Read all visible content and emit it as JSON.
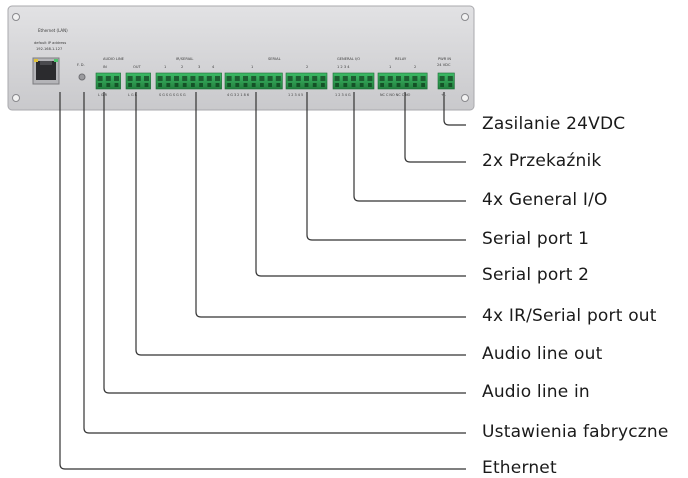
{
  "device": {
    "ethernet_label": "Ethernet (LAN)",
    "ip_caption": "default IP address",
    "ip_address": "192.168.1.127",
    "reset_label": "F. D.",
    "audio_group_label": "AUDIO LINE",
    "audio_in_label": "IN",
    "audio_out_label": "OUT",
    "audio_in_pins": "L G R",
    "audio_out_pins": "L G R",
    "ir_group_label": "IR/SERIAL",
    "ir_numbers": [
      "1",
      "2",
      "3",
      "4"
    ],
    "ir_pins": "S G S G S G S G",
    "serial_group_label": "SERIAL",
    "serial_numbers": [
      "1",
      "2"
    ],
    "serial1_pins": "4 G 3 2 1 8 6",
    "serial2_pins": "1 2 3 4 5",
    "gio_group_label": "GENERAL I/O",
    "gio_numbers": "1 2 3 4",
    "gio_pins": "1 2 3 4 G",
    "relay_group_label": "RELAY",
    "relay_numbers": [
      "1",
      "2"
    ],
    "relay_pins": "NC C NO NC C NO",
    "power_group_label": "PWR IN",
    "power_voltage_label": "24 VDC",
    "power_pins": "+ -"
  },
  "callouts": [
    {
      "id": "power",
      "label": "Zasilanie 24VDC"
    },
    {
      "id": "relay",
      "label": "2x Przekaźnik"
    },
    {
      "id": "gio",
      "label": "4x General I/O"
    },
    {
      "id": "serial1",
      "label": "Serial port 1"
    },
    {
      "id": "serial2",
      "label": "Serial port 2"
    },
    {
      "id": "ir",
      "label": "4x IR/Serial port out"
    },
    {
      "id": "audio-out",
      "label": "Audio line out"
    },
    {
      "id": "audio-in",
      "label": "Audio line in"
    },
    {
      "id": "factory",
      "label": "Ustawienia fabryczne"
    },
    {
      "id": "ethernet",
      "label": "Ethernet"
    }
  ],
  "colors": {
    "panel": "#d6d6d8",
    "connector": "#2f9a52",
    "line": "#333333"
  }
}
